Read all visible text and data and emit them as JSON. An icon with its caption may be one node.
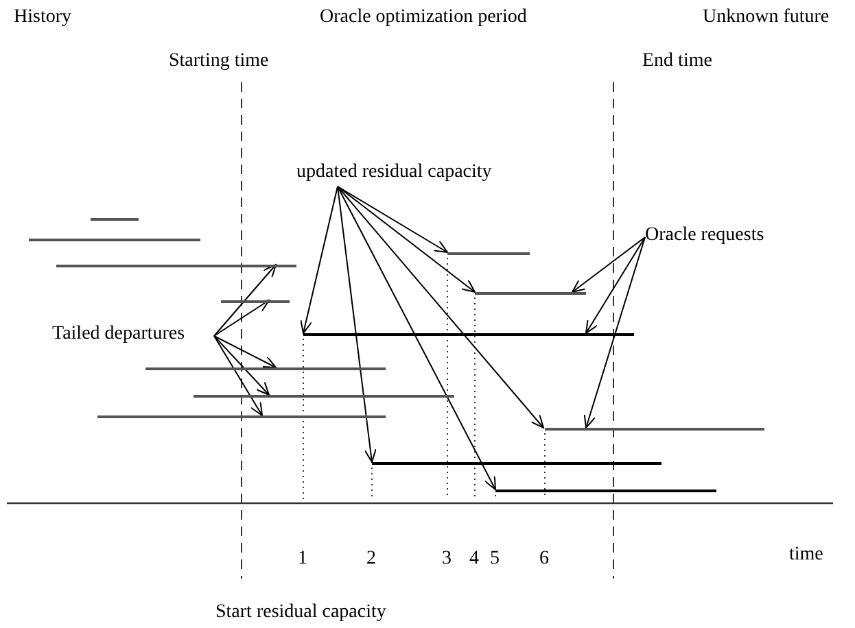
{
  "diagram": {
    "nodes": [
      {
        "text": [
          "updated residual capacity"
        ]
      },
      {
        "text": [
          "Oracle requests"
        ]
      },
      {
        "text": [
          "Tailed departures"
        ]
      },
      {
        "text": [],
        "shape": "bar"
      },
      {
        "text": [],
        "shape": "bar"
      },
      {
        "text": [],
        "shape": "bar"
      },
      {
        "text": [],
        "shape": "bar"
      },
      {
        "text": [],
        "shape": "bar"
      },
      {
        "text": [],
        "shape": "bar"
      },
      {
        "text": [],
        "shape": "bar"
      },
      {
        "text": [],
        "shape": "bar"
      },
      {
        "text": [],
        "shape": "bar"
      },
      {
        "text": [],
        "shape": "bar"
      },
      {
        "text": [],
        "shape": "bar"
      },
      {
        "text": [],
        "shape": "bar"
      },
      {
        "text": [],
        "shape": "bar"
      }
    ],
    "edges": [
      {
        "from": 2,
        "to": 6,
        "arrow": "to"
      },
      {
        "from": 2,
        "to": 8,
        "arrow": "to"
      },
      {
        "from": 2,
        "to": 10,
        "arrow": "to"
      },
      {
        "from": 2,
        "to": 11,
        "arrow": "to"
      },
      {
        "from": 2,
        "to": 12,
        "arrow": "to"
      },
      {
        "from": 0,
        "to": 9,
        "arrow": "to"
      },
      {
        "from": 0,
        "to": 14,
        "arrow": "to"
      },
      {
        "from": 0,
        "to": 15,
        "arrow": "to"
      },
      {
        "from": 0,
        "to": 13,
        "arrow": "to"
      },
      {
        "from": 0,
        "to": 7,
        "arrow": "to"
      },
      {
        "from": 0,
        "to": 5,
        "arrow": "to"
      },
      {
        "from": 1,
        "to": 7,
        "arrow": "to"
      },
      {
        "from": 1,
        "to": 9,
        "arrow": "to"
      },
      {
        "from": 1,
        "to": 13,
        "arrow": "to"
      }
    ],
    "labels": [
      "History",
      "Oracle optimization period",
      "Unknown future",
      "Starting time",
      "End time",
      "1",
      "2",
      "3",
      "4",
      "5",
      "6",
      "time",
      "Start residual capacity"
    ]
  }
}
